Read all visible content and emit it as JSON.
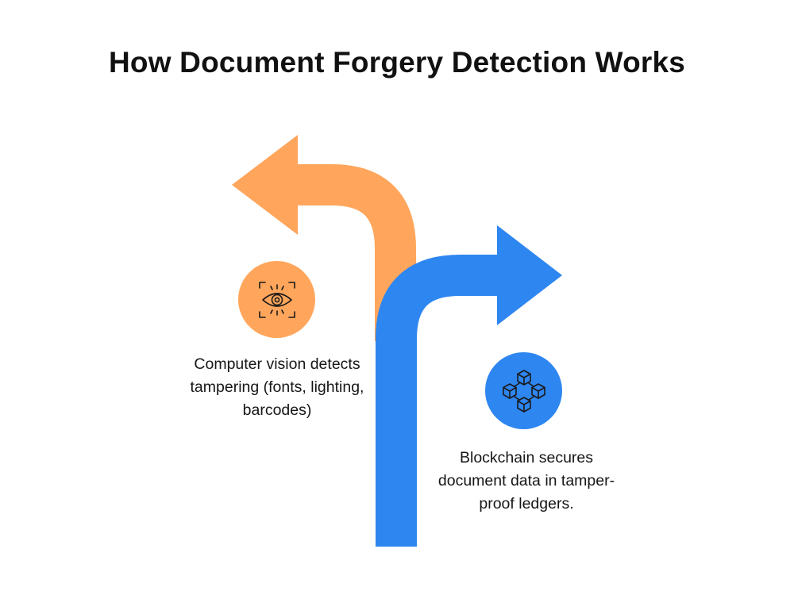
{
  "title": "How Document Forgery Detection Works",
  "colors": {
    "orange": "#FFA65C",
    "blue": "#2E86F0",
    "icon_stroke": "#1a1a1a"
  },
  "left_branch": {
    "icon": "eye-scan-icon",
    "text": "Computer vision detects tampering (fonts, lighting, barcodes)"
  },
  "right_branch": {
    "icon": "blockchain-cubes-icon",
    "text": "Blockchain secures document data in tamper-proof ledgers."
  }
}
